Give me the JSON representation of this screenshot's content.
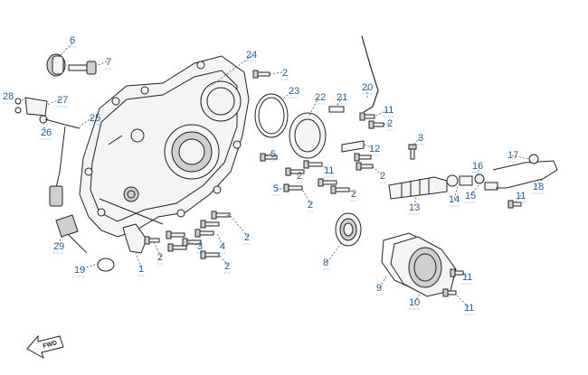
{
  "diagram": {
    "type": "exploded-parts-view",
    "direction_marker": "FWD",
    "callouts": [
      {
        "id": "c6a",
        "label": "6"
      },
      {
        "id": "c7a",
        "label": "7"
      },
      {
        "id": "c28",
        "label": "28"
      },
      {
        "id": "c27",
        "label": "27"
      },
      {
        "id": "c26",
        "label": "26"
      },
      {
        "id": "c25",
        "label": "25"
      },
      {
        "id": "c24",
        "label": "24"
      },
      {
        "id": "c2a",
        "label": "2"
      },
      {
        "id": "c23",
        "label": "23"
      },
      {
        "id": "c22",
        "label": "22"
      },
      {
        "id": "c21",
        "label": "21"
      },
      {
        "id": "c20",
        "label": "20"
      },
      {
        "id": "c11a",
        "label": "11"
      },
      {
        "id": "c2b",
        "label": "2"
      },
      {
        "id": "c3a",
        "label": "3"
      },
      {
        "id": "c12",
        "label": "12"
      },
      {
        "id": "c5a",
        "label": "5"
      },
      {
        "id": "c11b",
        "label": "11"
      },
      {
        "id": "c2c",
        "label": "2"
      },
      {
        "id": "c2d",
        "label": "2"
      },
      {
        "id": "c5b",
        "label": "5"
      },
      {
        "id": "c2e",
        "label": "2"
      },
      {
        "id": "c2f",
        "label": "2"
      },
      {
        "id": "c16",
        "label": "16"
      },
      {
        "id": "c17",
        "label": "17"
      },
      {
        "id": "c18",
        "label": "18"
      },
      {
        "id": "c15",
        "label": "15"
      },
      {
        "id": "c14",
        "label": "14"
      },
      {
        "id": "c13",
        "label": "13"
      },
      {
        "id": "c11c",
        "label": "11"
      },
      {
        "id": "c29",
        "label": "29"
      },
      {
        "id": "c19",
        "label": "19"
      },
      {
        "id": "c1",
        "label": "1"
      },
      {
        "id": "c2g",
        "label": "2"
      },
      {
        "id": "c3b",
        "label": "3"
      },
      {
        "id": "c4",
        "label": "4"
      },
      {
        "id": "c2h",
        "label": "2"
      },
      {
        "id": "c2i",
        "label": "2"
      },
      {
        "id": "c8",
        "label": "8"
      },
      {
        "id": "c9",
        "label": "9"
      },
      {
        "id": "c11d",
        "label": "11"
      },
      {
        "id": "c10",
        "label": "10"
      },
      {
        "id": "c11e",
        "label": "11"
      }
    ]
  }
}
